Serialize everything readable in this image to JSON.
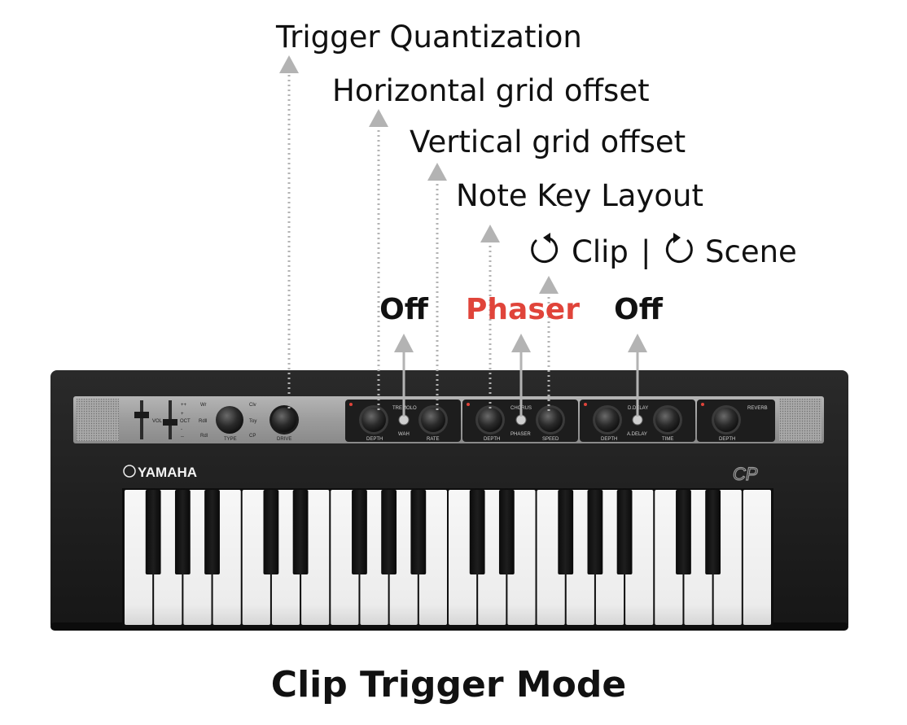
{
  "title": "Clip Trigger Mode",
  "labels": {
    "trigger_quantization": "Trigger Quantization",
    "horizontal_grid_offset": "Horizontal grid offset",
    "vertical_grid_offset": "Vertical grid offset",
    "note_key_layout": "Note Key Layout",
    "clip": "Clip",
    "separator": "|",
    "scene": "Scene"
  },
  "values": {
    "tremolo": "Off",
    "chorus": "Phaser",
    "delay": "Off"
  },
  "colors": {
    "accent": "#e0443a",
    "arrow": "#b3b3b3",
    "text": "#111111"
  },
  "instrument": {
    "brand": "YAMAHA",
    "model_logo": "CP",
    "panel": {
      "vol": "VOL",
      "oct": "OCT",
      "oct_marks": [
        "++",
        "+",
        "-",
        "--"
      ],
      "type": "TYPE",
      "drive": "DRIVE",
      "types_left": [
        "Wr",
        "Rdll",
        "Rdl"
      ],
      "types_right": [
        "Clv",
        "Toy",
        "CP"
      ],
      "tremolo": "TREMOLO",
      "wah": "WAH",
      "tremolo_depth": "DEPTH",
      "tremolo_rate": "RATE",
      "chorus": "CHORUS",
      "phaser": "PHASER",
      "chorus_depth": "DEPTH",
      "chorus_speed": "SPEED",
      "ddelay": "D.DELAY",
      "adelay": "A.DELAY",
      "delay_depth": "DEPTH",
      "delay_time": "TIME",
      "reverb": "REVERB",
      "reverb_depth": "DEPTH"
    }
  }
}
